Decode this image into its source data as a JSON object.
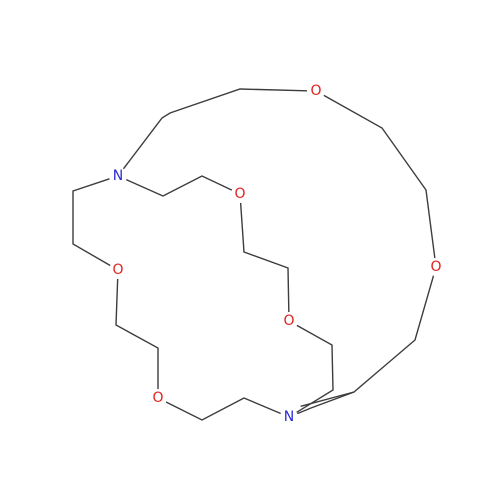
{
  "diagram": {
    "atoms": [
      {
        "id": "N1",
        "label": "N",
        "color": "#2a2ad4"
      },
      {
        "id": "N2",
        "label": "N",
        "color": "#2a2ad4"
      },
      {
        "id": "O1",
        "label": "O",
        "color": "#e0221e"
      },
      {
        "id": "O2",
        "label": "O",
        "color": "#e0221e"
      },
      {
        "id": "O3",
        "label": "O",
        "color": "#e0221e"
      },
      {
        "id": "O4",
        "label": "O",
        "color": "#e0221e"
      },
      {
        "id": "O5",
        "label": "O",
        "color": "#e0221e"
      },
      {
        "id": "O6",
        "label": "O",
        "color": "#e0221e"
      }
    ]
  }
}
